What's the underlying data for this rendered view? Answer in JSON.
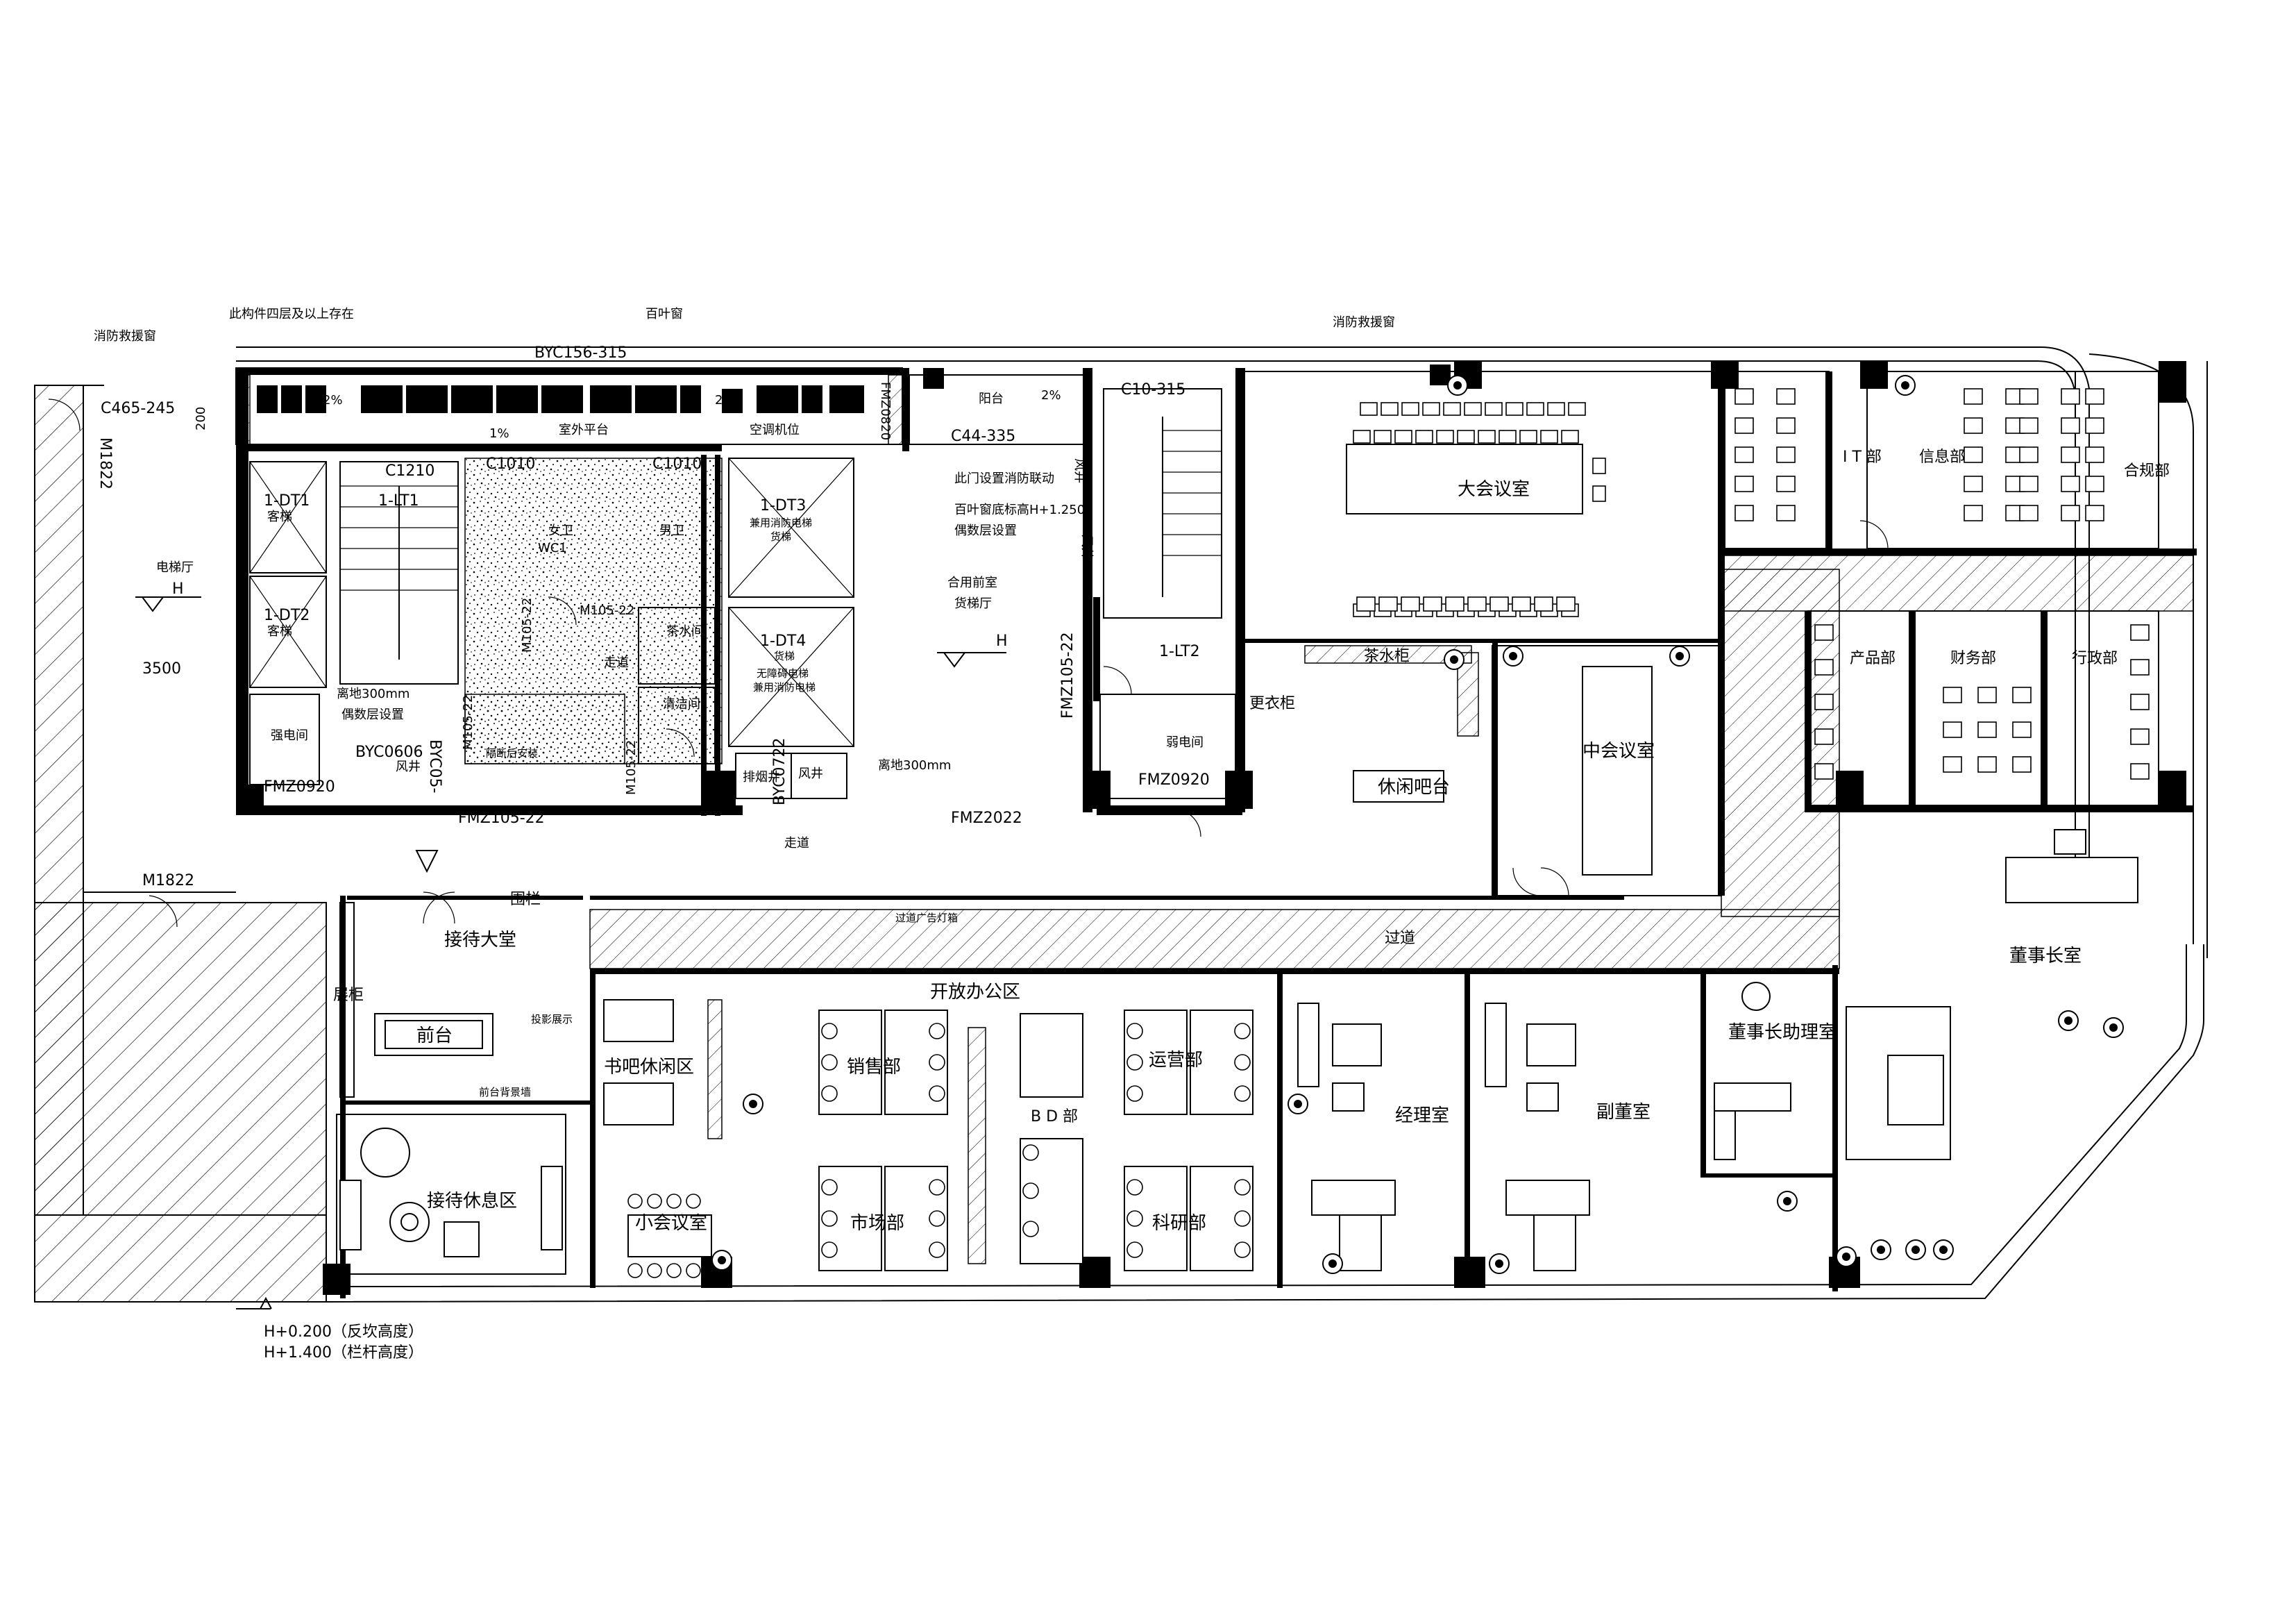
{
  "annotations": {
    "fire_rescue_window_left": "消防救援窗",
    "fire_rescue_window_mid": "消防救援窗",
    "exists_above_4f": "此构件四层及以上存在",
    "louver": "百叶窗",
    "c465": "C465-245",
    "m1822_left": "M1822",
    "byc156": "BYC156-315",
    "slope1": "2%",
    "slope2": "2%",
    "slope3": "2%",
    "slope4": "1%",
    "outdoor_platform": "室外平台",
    "ac_unit": "空调机位",
    "fmz0820": "FMZ0820",
    "balcony": "阳台",
    "c44": "C44-335",
    "c10_315": "C10-315",
    "dim200": "200",
    "c1210": "C1210",
    "c1010a": "C1010",
    "c1010b": "C1010",
    "elevator_hall": "电梯厅",
    "h_mark1": "H",
    "h_mark2": "H",
    "dt1": "1-DT1",
    "dt2": "1-DT2",
    "lt1": "1-LT1",
    "elev_label1": "客梯",
    "elev_label2": "客梯",
    "women_wc": "女卫",
    "wc1": "WC1",
    "men_wc": "男卫",
    "m105_22a": "M105-22",
    "m105_22b": "M105-22",
    "m105_22c": "M105-22",
    "m105_22d": "M105-22",
    "corridor_small": "走道",
    "tea_room": "茶水间",
    "cleaning": "清洁间",
    "wind_shaft1": "风井",
    "dt3": "1-DT3",
    "dt3_use": "兼用消防电梯",
    "dt3_type": "货梯",
    "dt4": "1-DT4",
    "dt4_type": "货梯",
    "dt4_use1": "无障碍电梯",
    "dt4_use2": "兼用消防电梯",
    "fire_link": "此门设置消防联动",
    "louver_height": "百叶窗底标高H+1.250",
    "per_floor": "偶数层设置",
    "shared_anteroom1": "合用前室",
    "shared_anteroom2": "货梯厅",
    "wind_shaft2": "风井",
    "fmz105_22_vert": "FMZ105-22",
    "lt2": "1-LT2",
    "dim3500": "3500",
    "height300a": "离地300mm",
    "even_floor": "偶数层设置",
    "strong_room": "强电间",
    "byc0606": "BYC0606",
    "wind_shaft3": "风井",
    "byc05": "BYC05-",
    "fmz0920a": "FMZ0920",
    "fmz105_22b": "FMZ105-22",
    "vent_shaft": "排烟井",
    "wind_shaft4": "风井",
    "byc0722": "BYC0722",
    "height300b": "离地300mm",
    "weak_room": "弱电间",
    "fmz0920b": "FMZ0920",
    "fmz2022": "FMZ2022",
    "corridor": "走道",
    "m1822_bottom": "M1822",
    "wc_install": "隔断后安装",
    "big_meeting": "大会议室",
    "tea_cabinet": "茶水柜",
    "wardrobe": "更衣柜",
    "leisure_bar": "休闲吧台",
    "mid_meeting": "中会议室",
    "it_dept": "I T 部",
    "info_dept": "信息部",
    "compliance_dept": "合规部",
    "product_dept": "产品部",
    "finance_dept": "财务部",
    "admin_dept": "行政部",
    "chairman": "董事长室",
    "railing": "围栏",
    "ad_screen": "过道广告灯箱",
    "passage": "过道",
    "reception_hall": "接待大堂",
    "front_cabinet": "展柜",
    "front_desk": "前台",
    "projection": "投影展示",
    "desk_backwall": "前台背景墙",
    "lounge": "接待休息区",
    "open_office": "开放办公区",
    "book_bar": "书吧休闲区",
    "sales": "销售部",
    "ops": "运营部",
    "bd": "B D 部",
    "market": "市场部",
    "research": "科研部",
    "small_meeting": "小会议室",
    "manager": "经理室",
    "vice_chairman": "副董室",
    "chairman_asst": "董事长助理室",
    "h_level1": "H+0.200（反坎高度）",
    "h_level2": "H+1.400（栏杆高度）"
  }
}
